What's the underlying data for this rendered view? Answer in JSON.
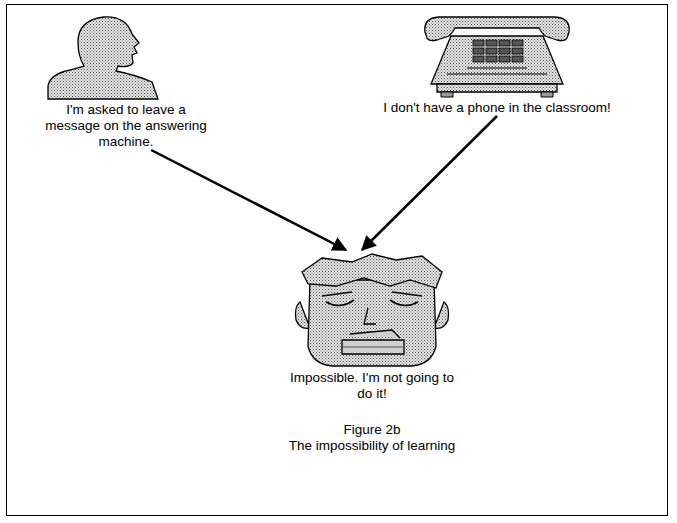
{
  "diagram": {
    "caption": "The impossibility of learning",
    "nodes": [
      {
        "text": [
          "I'm asked to leave a message on the answering machine."
        ]
      },
      {
        "text": [
          "I don't have a phone in the classroom!"
        ]
      },
      {
        "text": [
          "Impossible. I'm not going to do it!"
        ]
      }
    ],
    "edges": [
      {
        "from": 0,
        "to": 2,
        "arrow": "to"
      },
      {
        "from": 1,
        "to": 2,
        "arrow": "to"
      }
    ],
    "labels": [
      "Figure 2b"
    ]
  }
}
